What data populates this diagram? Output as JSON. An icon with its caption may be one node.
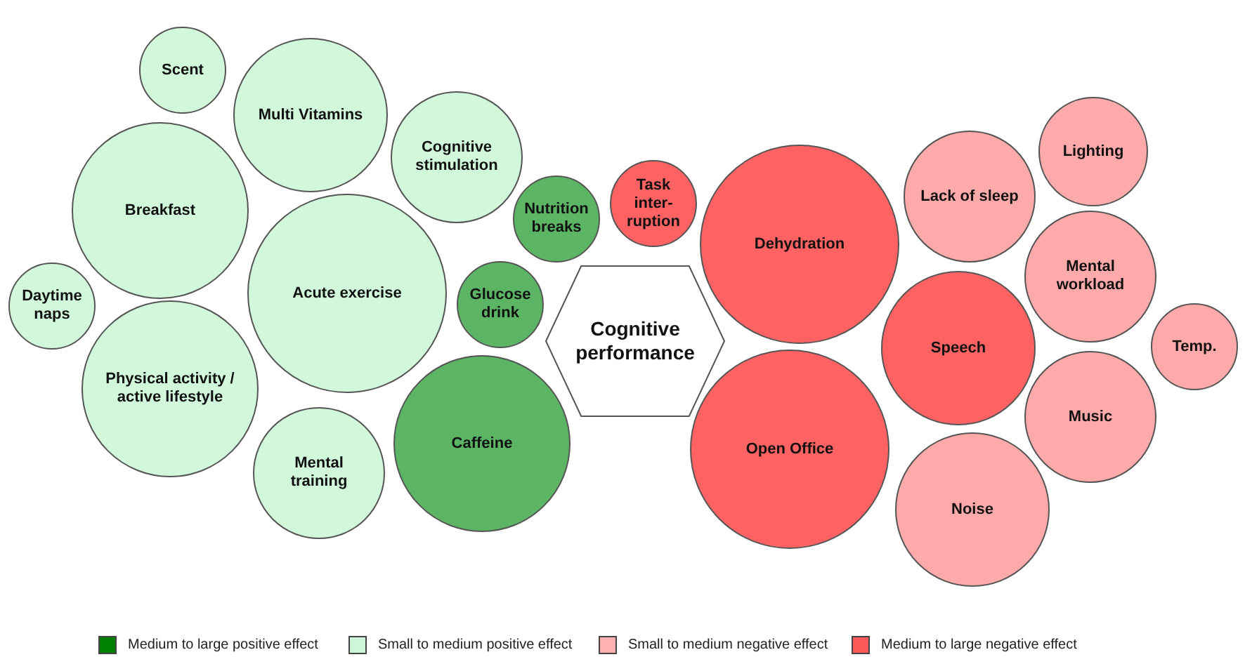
{
  "diagram": {
    "nodes": [
      {
        "text": [
          "Scent"
        ]
      },
      {
        "text": [
          "Multi Vitamins"
        ]
      },
      {
        "text": [
          "Lighting"
        ]
      },
      {
        "text": [
          "Cognitive stimulation"
        ]
      },
      {
        "text": [
          "Lack of sleep"
        ]
      },
      {
        "text": [
          "Task inter- ruption"
        ]
      },
      {
        "text": [
          "Breakfast"
        ]
      },
      {
        "text": [
          "Nutrition breaks"
        ]
      },
      {
        "text": [
          "Dehydration"
        ]
      },
      {
        "text": [
          "Mental workload"
        ]
      },
      {
        "text": [
          "Acute exercise"
        ]
      },
      {
        "text": [
          "Glucose drink"
        ]
      },
      {
        "text": [
          "Daytime naps"
        ]
      },
      {
        "text": [
          "Cognitive performance"
        ]
      },
      {
        "text": [
          "Temp."
        ]
      },
      {
        "text": [
          "Speech"
        ]
      },
      {
        "text": [
          "Physical activity / active lifestyle"
        ]
      },
      {
        "text": [
          "Music"
        ]
      },
      {
        "text": [
          "Caffeine"
        ]
      },
      {
        "text": [
          "Open Office"
        ]
      },
      {
        "text": [
          "Mental training"
        ]
      },
      {
        "text": [
          "Noise"
        ]
      }
    ],
    "legend": [
      {
        "text": "Medium to large positive effect",
        "color": "#008000"
      },
      {
        "text": "Small to medium positive effect",
        "color": "#ccf5d9"
      },
      {
        "text": "Small to medium negative effect",
        "color": "#ffb0b0"
      },
      {
        "text": "Medium to large negative effect",
        "color": "#ff5a5a"
      }
    ]
  }
}
